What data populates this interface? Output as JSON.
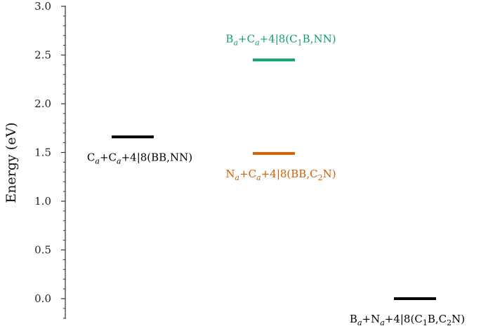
{
  "chart_data": {
    "type": "energy-level",
    "title": "",
    "xlabel": "",
    "ylabel": "Energy (eV)",
    "ylim": [
      0.0,
      3.0
    ],
    "yticks": [
      "0.0",
      "0.5",
      "1.0",
      "1.5",
      "2.0",
      "2.5",
      "3.0"
    ],
    "ytick_values": [
      0.0,
      0.5,
      1.0,
      1.5,
      2.0,
      2.5,
      3.0
    ],
    "minor_tick_step": 0.1,
    "grid": false,
    "legend": null,
    "levels": [
      {
        "label": "Ca+Ca+4|8(BB,NN)",
        "label_parts": [
          "C",
          "a",
          "+C",
          "a",
          "+4|8(BB,NN)"
        ],
        "energy": 1.66,
        "column": 1,
        "color": "#000000",
        "label_position": "below"
      },
      {
        "label": "Ba+Ca+4|8(C1B,NN)",
        "label_parts": [
          "B",
          "a",
          "+C",
          "a",
          "+4|8(C",
          "1",
          "B,NN)"
        ],
        "energy": 2.45,
        "column": 2,
        "color": "#109e74",
        "label_position": "above"
      },
      {
        "label": "Na+Ca+4|8(BB,C2N)",
        "label_parts": [
          "N",
          "a",
          "+C",
          "a",
          "+4|8(BB,C",
          "2",
          "N)"
        ],
        "energy": 1.49,
        "column": 2,
        "color": "#d55e00",
        "label_position": "below"
      },
      {
        "label": "Ba+Na+4|8(C1B,C2N)",
        "label_parts": [
          "B",
          "a",
          "+N",
          "a",
          "+4|8(C",
          "1",
          "B,C",
          "2",
          "N)"
        ],
        "energy": 0.0,
        "column": 3,
        "color": "#000000",
        "label_position": "below"
      }
    ]
  }
}
